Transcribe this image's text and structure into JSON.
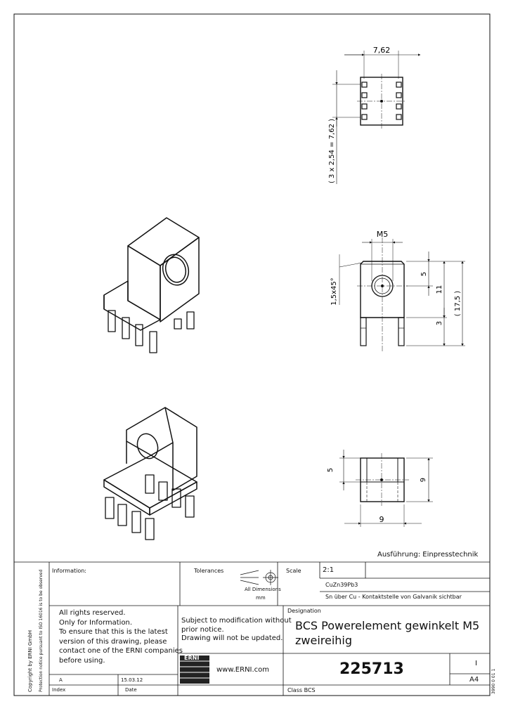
{
  "views": {
    "top": {
      "dim_width": "7,62",
      "dim_height": "( 3 x 2,54 = 7,62 )"
    },
    "front": {
      "dim_thread": "M5",
      "dim_chamfer": "1,5x45°",
      "dim_5": "5",
      "dim_11": "11",
      "dim_175": "( 17,5 )",
      "dim_3": "3"
    },
    "side": {
      "dim_5": "5",
      "dim_9_v": "9",
      "dim_9_h": "9"
    }
  },
  "title_block": {
    "execution": "Ausführung: Einpresstechnik",
    "info_label": "Information:",
    "tolerances_label": "Tolerances",
    "all_dimensions": "All Dimensions",
    "mm": "mm",
    "scale_label": "Scale",
    "scale_value": "2:1",
    "material": "CuZn39Pb3",
    "finish": "Sn über Cu - Kontaktstelle von Galvanik sichtbar",
    "rights_lines": [
      "All rights reserved.",
      "Only for Information.",
      "To ensure that this is the latest",
      "version of this drawing, please",
      "contact one of the ERNI companies",
      "before using."
    ],
    "subject_lines": [
      "Subject to modification without",
      "prior notice.",
      "Drawing will not be updated."
    ],
    "designation_label": "Designation",
    "designation_lines": [
      "BCS Powerelement gewinkelt M5",
      "zweireihig"
    ],
    "logo_text": "ERNI",
    "website": "www.ERNI.com",
    "part_number": "225713",
    "sheet_mark": "I",
    "sheet_size": "A4",
    "revision_index": "A",
    "revision_date": "15.03.12",
    "index_label": "Index",
    "date_label": "Date",
    "class_label": "Class BCS",
    "copyright": "Copyright by ERNI GmbH",
    "iso_note": "Protection notice pursuant to ISO 16016 is to be observed",
    "doc_code": "3990 0 01 1"
  }
}
